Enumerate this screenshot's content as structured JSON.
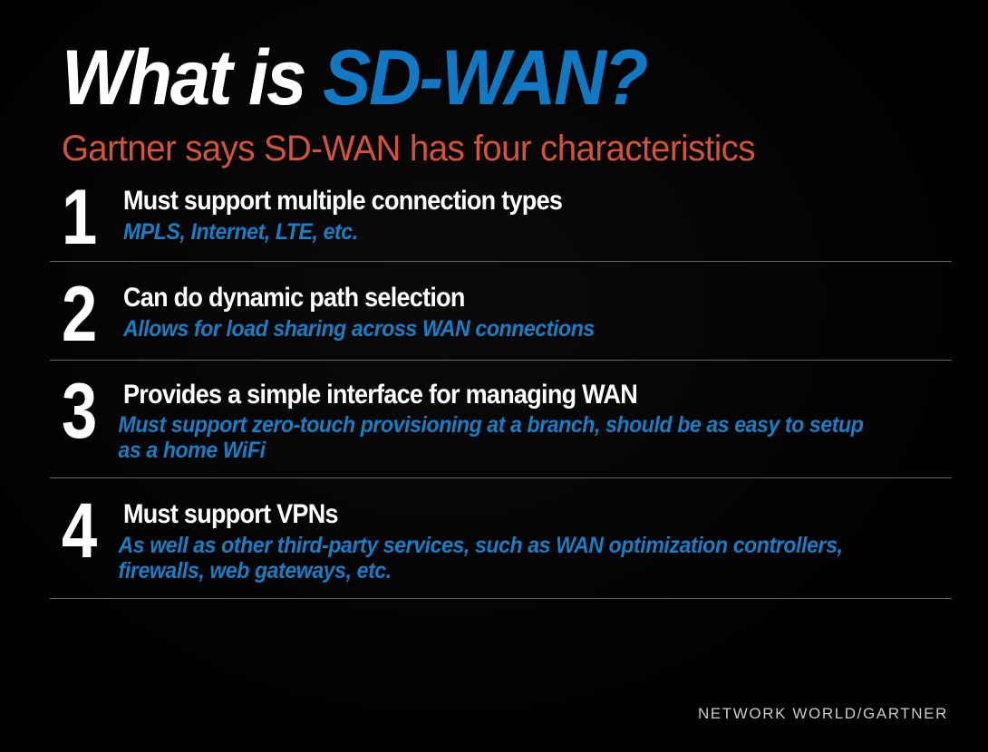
{
  "poster": {
    "background_color": "#000000",
    "title": {
      "lead": "What is ",
      "highlight": "SD-WAN?",
      "lead_color": "#ffffff",
      "highlight_color": "#1179c4"
    },
    "subtitle": {
      "text": "Gartner says SD-WAN has four characteristics",
      "color": "#d3543d"
    },
    "items": [
      {
        "number": "1",
        "heading": "Must support multiple connection types",
        "sub": "MPLS, Internet, LTE, etc.",
        "sub_wraps": false
      },
      {
        "number": "2",
        "heading": "Can do dynamic path selection",
        "sub": "Allows for load sharing across WAN connections",
        "sub_wraps": false
      },
      {
        "number": "3",
        "heading": "Provides a simple interface for managing WAN",
        "sub": "Must support zero-touch provisioning at a branch, should be as easy to setup as a home WiFi",
        "sub_wraps": true
      },
      {
        "number": "4",
        "heading": "Must support VPNs",
        "sub": "As well as other third-party services, such as WAN optimization controllers, firewalls, web gateways, etc.",
        "sub_wraps": true
      }
    ],
    "footer": {
      "credit": "NETWORK WORLD/GARTNER",
      "credit_color": "#c9cacb"
    },
    "divider_color": "#6f7b83"
  }
}
